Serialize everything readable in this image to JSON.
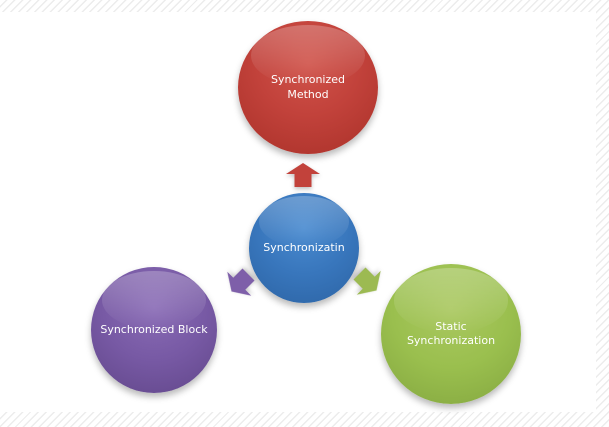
{
  "page": {
    "background_color": "#ffffff",
    "stripe_color": "#ececec"
  },
  "diagram": {
    "type": "radial",
    "center": {
      "label": "Synchronizatin",
      "color": "#3876bc"
    },
    "nodes": [
      {
        "id": "top",
        "label": "Synchronized Method",
        "color": "#c2423b"
      },
      {
        "id": "bottom-left",
        "label": "Synchronized Block",
        "color": "#7759a4"
      },
      {
        "id": "bottom-right",
        "label": "Static Synchronization",
        "color": "#9abf4e"
      }
    ],
    "arrows": [
      {
        "to": "top",
        "direction": "up",
        "color": "#c2423b"
      },
      {
        "to": "bottom-left",
        "direction": "down-left",
        "color": "#7e5fa9"
      },
      {
        "to": "bottom-right",
        "direction": "down-right",
        "color": "#9cba52"
      }
    ]
  }
}
